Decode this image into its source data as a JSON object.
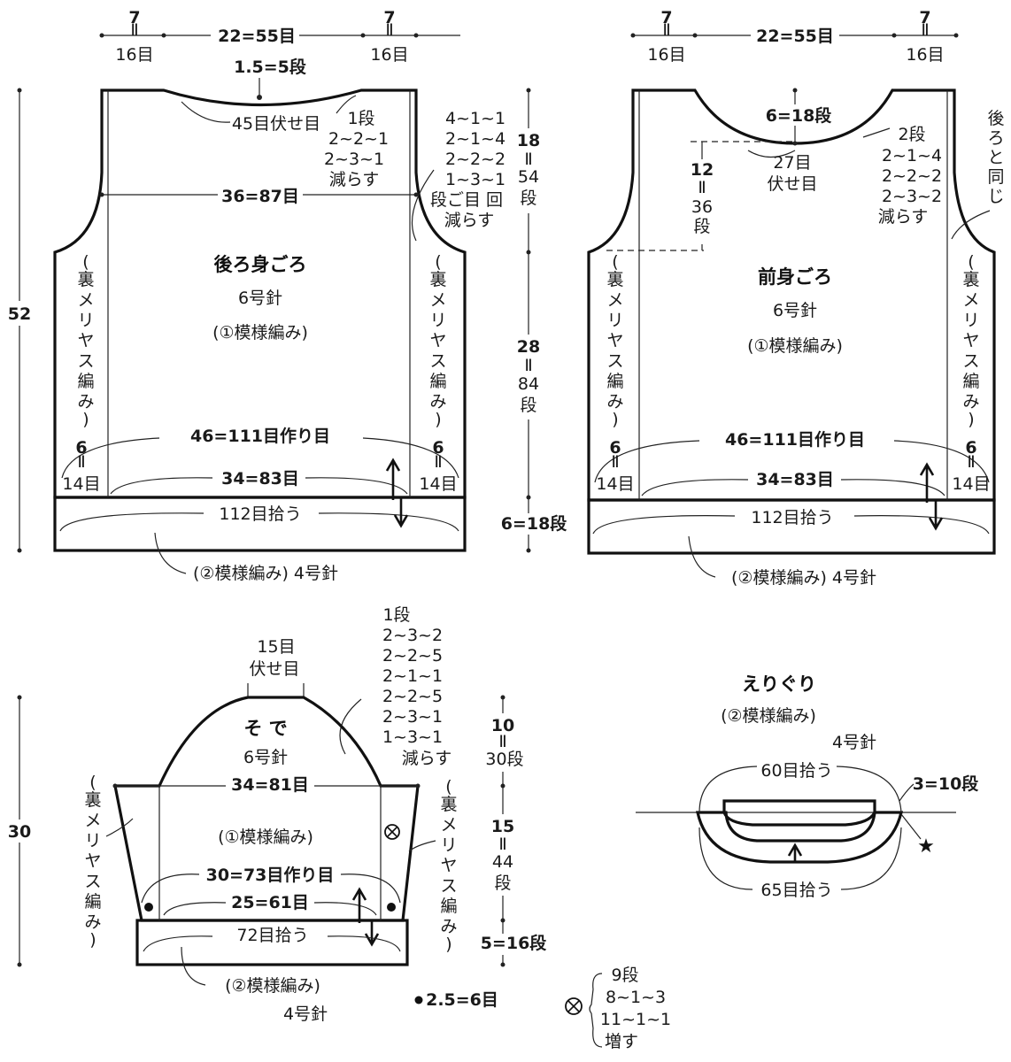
{
  "back": {
    "top_left_w": "7",
    "top_left_st": "16目",
    "top_mid": "22=55目",
    "top_right_w": "7",
    "top_right_st": "16目",
    "neck_depth": "1.5=5段",
    "neck_bindoff": "45目伏せ目",
    "neck_dec": [
      "1段",
      "2~2~1",
      "2~3~1",
      "減らす"
    ],
    "arm_dec": [
      "4~1~1",
      "2~1~4",
      "2~2~2",
      "1~3~1",
      "段ご目 回",
      "減らす"
    ],
    "chest": "36=87目",
    "total_h": "52",
    "arm_h_cm": "18",
    "arm_h_rows": "54",
    "arm_h_unit": "段",
    "body_h_cm": "28",
    "body_h_rows": "84",
    "body_h_unit": "段",
    "rib_h": "6=18段",
    "title": "後ろ身ごろ",
    "needle": "6号針",
    "pattern": "(①模様編み)",
    "side_left": [
      "(",
      "裏",
      "メ",
      "リ",
      "ヤ",
      "ス",
      "編",
      "み",
      ")"
    ],
    "side_right": [
      "(",
      "裏",
      "メ",
      "リ",
      "ヤ",
      "ス",
      "編",
      "み",
      ")"
    ],
    "side_w": "6",
    "side_st": "14目",
    "cast_on": "46=111目作り目",
    "center": "34=83目",
    "pickup": "112目拾う",
    "rib_label": "(②模様編み) 4号針"
  },
  "front": {
    "top_left_w": "7",
    "top_left_st": "16目",
    "top_mid": "22=55目",
    "top_right_w": "7",
    "top_right_st": "16目",
    "neck_depth": "6=18段",
    "neck_dec": [
      "2段",
      "2~1~4",
      "2~2~2",
      "2~3~2",
      "減らす"
    ],
    "neck_bindoff": [
      "27目",
      "伏せ目"
    ],
    "neck_drop_cm": "12",
    "neck_drop_rows": "36",
    "neck_drop_unit": "段",
    "same_as_back": [
      "後",
      "ろ",
      "と",
      "同",
      "じ"
    ],
    "title": "前身ごろ",
    "needle": "6号針",
    "pattern": "(①模様編み)",
    "side_left": [
      "(",
      "裏",
      "メ",
      "リ",
      "ヤ",
      "ス",
      "編",
      "み",
      ")"
    ],
    "side_right": [
      "(",
      "裏",
      "メ",
      "リ",
      "ヤ",
      "ス",
      "編",
      "み",
      ")"
    ],
    "side_w": "6",
    "side_st": "14目",
    "cast_on": "46=111目作り目",
    "center": "34=83目",
    "pickup": "112目拾う",
    "rib_label": "(②模様編み) 4号針"
  },
  "sleeve": {
    "top_bindoff": [
      "15目",
      "伏せ目"
    ],
    "cap_dec": [
      "1段",
      "2~3~2",
      "2~2~5",
      "2~1~1",
      "2~2~5",
      "2~3~1",
      "1~3~1",
      "減らす"
    ],
    "cap_h_cm": "10",
    "cap_h_rows": "30段",
    "total_h": "30",
    "title": "そ で",
    "needle": "6号針",
    "width": "34=81目",
    "pattern": "(①模様編み)",
    "body_h_cm": "15",
    "body_h_rows": "44",
    "body_h_unit": "段",
    "side_left": [
      "(",
      "裏",
      "メ",
      "リ",
      "ヤ",
      "ス",
      "編",
      "み",
      ")"
    ],
    "side_right": [
      "(",
      "裏",
      "メ",
      "リ",
      "ヤ",
      "ス",
      "編",
      "み",
      ")"
    ],
    "cast_on": "30=73目作り目",
    "center": "25=61目",
    "pickup": "72目拾う",
    "cuff_h": "5=16段",
    "rib_label": "(②模様編み)",
    "rib_needle": "4号針"
  },
  "collar": {
    "title": "えりぐり",
    "pattern": "(②模様編み)",
    "needle": "4号針",
    "top_pick": "60目拾う",
    "height": "3=10段",
    "bottom_pick": "65目拾う"
  },
  "legend": {
    "dot_note": "2.5=6目",
    "inc_lines": [
      "9段",
      "8~1~3",
      "11~1~1",
      "増す"
    ]
  }
}
